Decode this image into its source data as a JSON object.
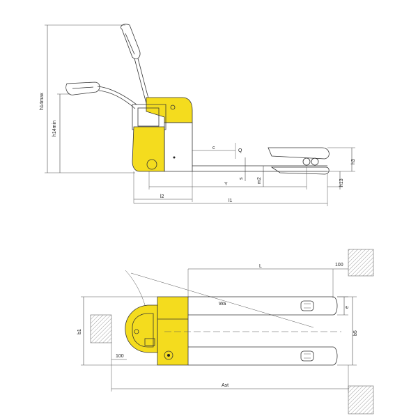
{
  "side_view": {
    "labels": {
      "h14max": "h14max",
      "h14min": "h14min",
      "c": "c",
      "Q": "Q",
      "h3": "h3",
      "s": "s",
      "Y": "Y",
      "m2": "m2",
      "h13": "h13",
      "l2": "l2",
      "l1": "l1"
    }
  },
  "top_view": {
    "labels": {
      "L": "L",
      "clearance_top": "100",
      "Wa": "Wa",
      "e": "e",
      "b1": "b1",
      "b5": "b5",
      "clearance_left": "100",
      "Ast": "Ast"
    }
  },
  "colors": {
    "body_yellow": "#F4DC1E",
    "line": "#333333"
  }
}
